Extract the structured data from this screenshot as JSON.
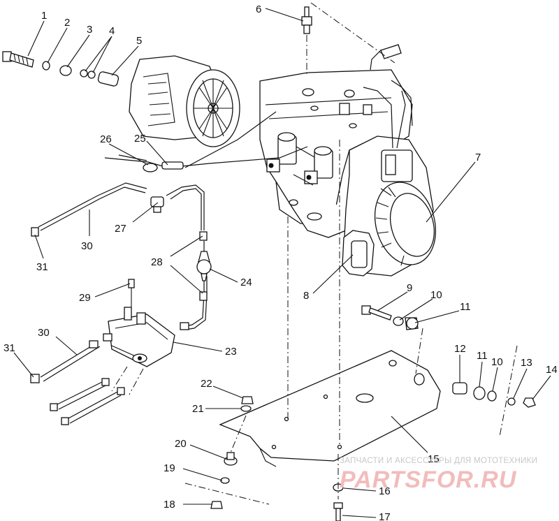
{
  "callouts": {
    "c1": "1",
    "c2": "2",
    "c3": "3",
    "c4": "4",
    "c5": "5",
    "c6": "6",
    "c7": "7",
    "c8": "8",
    "c9": "9",
    "c10a": "10",
    "c10b": "10",
    "c11a": "11",
    "c11b": "11",
    "c12": "12",
    "c13": "13",
    "c14": "14",
    "c15": "15",
    "c16": "16",
    "c17": "17",
    "c18": "18",
    "c19": "19",
    "c20": "20",
    "c21": "21",
    "c22": "22",
    "c23": "23",
    "c24": "24",
    "c25": "25",
    "c26": "26",
    "c27": "27",
    "c28": "28",
    "c29": "29",
    "c30a": "30",
    "c30b": "30",
    "c31a": "31",
    "c31b": "31"
  },
  "watermark": {
    "tagline": "ЗАПЧАСТИ И АКСЕССУАРЫ ДЛЯ МОТОТЕХНИКИ",
    "logo": "PARTSFOR.RU"
  }
}
